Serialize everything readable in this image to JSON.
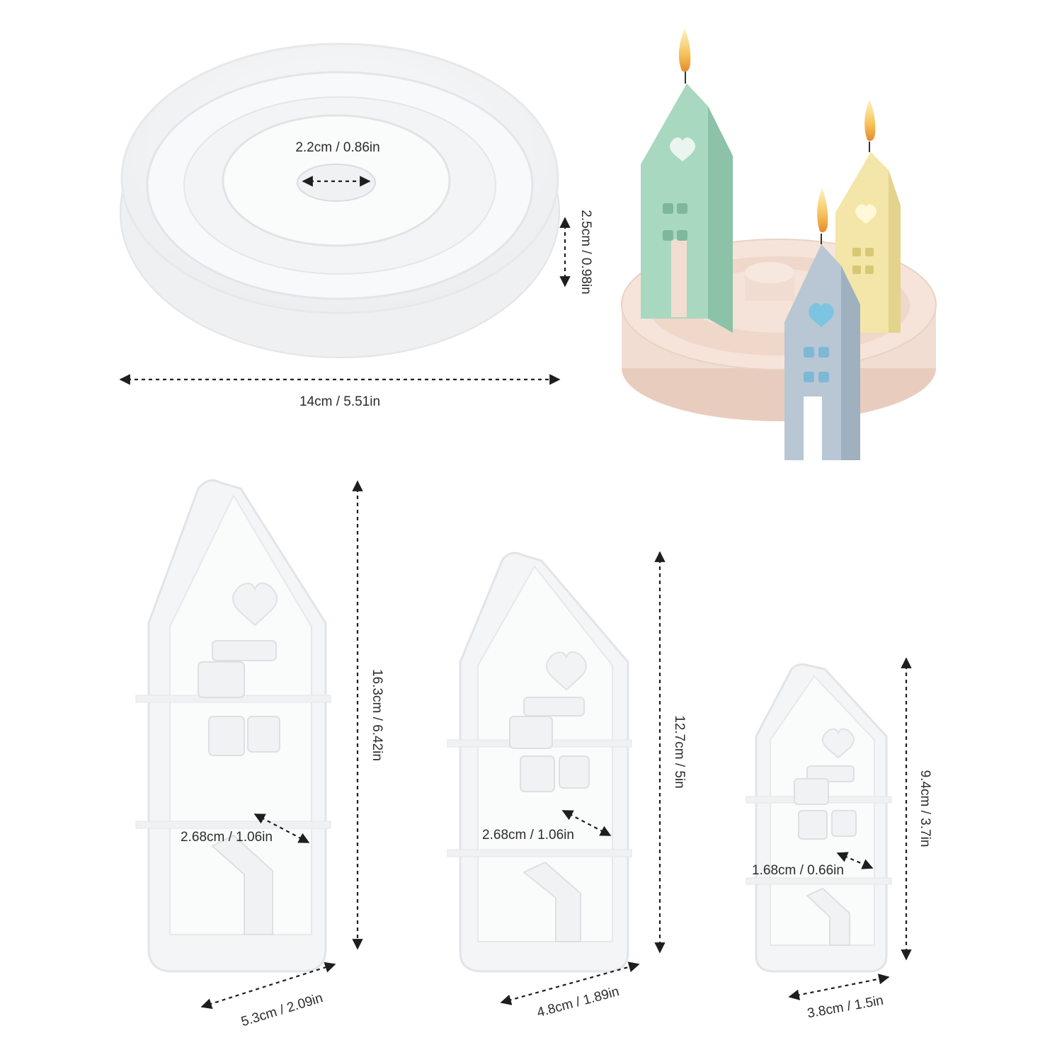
{
  "colors": {
    "mold": "#f4f5f6",
    "mold_edge": "#e3e5e8",
    "house_green": "#a8d8c0",
    "house_yellow": "#f3e6a8",
    "house_blue": "#b8c7d3",
    "tray_pink": "#f2ddd2",
    "flame": "#f6c25a"
  },
  "round_tray": {
    "diameter_label": "14cm / 5.51in",
    "height_label": "2.5cm / 0.98in",
    "hole_label": "2.2cm / 0.86in"
  },
  "house_large": {
    "height_label": "16.3cm / 6.42in",
    "width_label": "5.3cm / 2.09in",
    "depth_label": "2.68cm / 1.06in"
  },
  "house_medium": {
    "height_label": "12.7cm / 5in",
    "width_label": "4.8cm / 1.89in",
    "depth_label": "2.68cm / 1.06in"
  },
  "house_small": {
    "height_label": "9.4cm / 3.7in",
    "width_label": "3.8cm / 1.5in",
    "depth_label": "1.68cm / 0.66in"
  }
}
